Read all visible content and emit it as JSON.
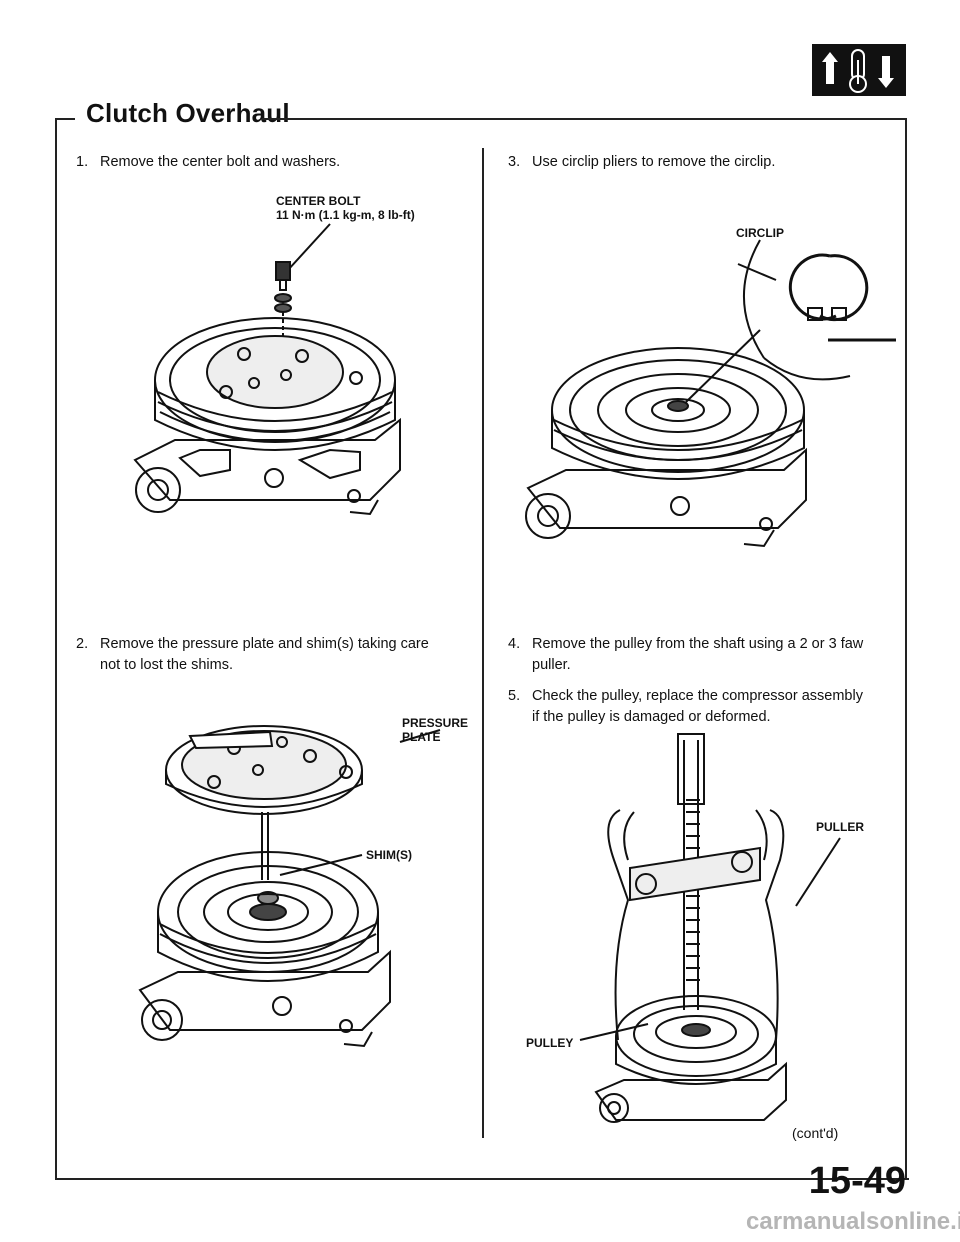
{
  "header": {
    "title": "Clutch Overhaul",
    "icon": "thermometer-icon"
  },
  "steps": [
    {
      "num": "1.",
      "text": "Remove the center bolt and washers."
    },
    {
      "num": "2.",
      "text": "Remove the pressure plate and shim(s) taking care",
      "text2": "not to lost the shims."
    },
    {
      "num": "3.",
      "text": "Use circlip pliers to remove the circlip."
    },
    {
      "num": "4.",
      "text": "Remove the pulley from the shaft using a 2 or 3 faw",
      "text2": "puller."
    },
    {
      "num": "5.",
      "text": "Check the pulley, replace the compressor assembly",
      "text2": "if the pulley is damaged or deformed."
    }
  ],
  "labels": {
    "center_bolt": "CENTER BOLT",
    "center_bolt_torque": "11 N·m (1.1 kg-m, 8 lb-ft)",
    "pressure": "PRESSURE",
    "plate": "PLATE",
    "shims": "SHIM(S)",
    "circlip": "CIRCLIP",
    "puller": "PULLER",
    "pulley": "PULLEY"
  },
  "footer": {
    "cont": "(cont'd)",
    "page": "15-49",
    "watermark": "carmanualsonline.info"
  }
}
